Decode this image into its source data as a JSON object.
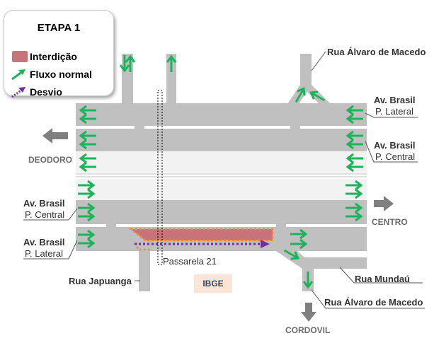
{
  "legend": {
    "title": "ETAPA 1",
    "items": [
      {
        "label": "Interdição",
        "symbol": "closure-block",
        "color": "#c9727a"
      },
      {
        "label": "Fluxo normal",
        "symbol": "green-arrow",
        "color": "#1db35a"
      },
      {
        "label": "Desvio",
        "symbol": "dotted-purple-arrow",
        "color": "#7030a0"
      }
    ]
  },
  "labels": {
    "rua_alvaro_top": "Rua Álvaro de Macedo",
    "av_brasil_right_lateral_1": "Av. Brasil",
    "av_brasil_right_lateral_2": "P. Lateral",
    "av_brasil_right_central_1": "Av. Brasil",
    "av_brasil_right_central_2": "P. Central",
    "av_brasil_left_central_1": "Av. Brasil",
    "av_brasil_left_central_2": "P. Central",
    "av_brasil_left_lateral_1": "Av. Brasil",
    "av_brasil_left_lateral_2": "P. Lateral",
    "deodoro": "DEODORO",
    "centro": "CENTRO",
    "passarela": "Passarela 21",
    "rua_japuanga": "Rua Japuanga",
    "ibge": "IBGE",
    "rua_mundau": "Rua Mundaú",
    "rua_alvaro_bottom": "Rua Álvaro de Macedo",
    "cordovil": "CORDOVIL"
  },
  "colors": {
    "road": "#c0c0c0",
    "road_light": "#f2f2f2",
    "flow_arrow": "#1db35a",
    "detour": "#7030a0",
    "closure": "#c9727a",
    "closure_outline": "#f08c28",
    "direction_arrow": "#7f7f7f",
    "ibge_bg": "#fbe5d6",
    "ibge_text": "#1f4e79"
  }
}
